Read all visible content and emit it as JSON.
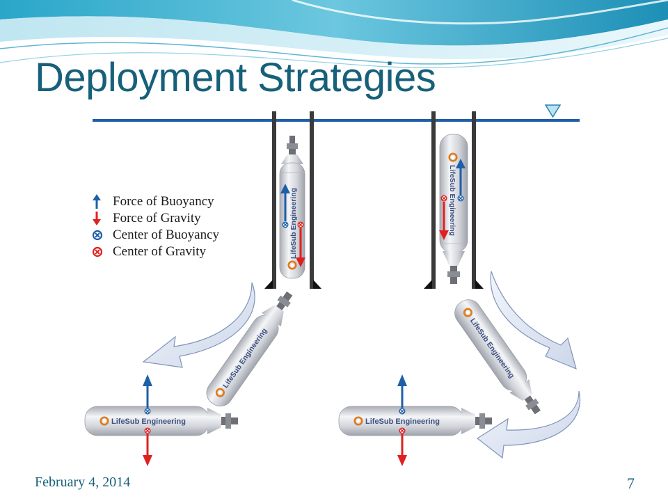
{
  "slide": {
    "title": "Deployment Strategies",
    "date": "February 4, 2014",
    "page_number": "7"
  },
  "legend": {
    "items": [
      {
        "label": "Force of Buoyancy",
        "symbol": "up-arrow",
        "color": "#1f5fa8"
      },
      {
        "label": "Force of Gravity",
        "symbol": "down-arrow",
        "color": "#e02020"
      },
      {
        "label": "Center of Buoyancy",
        "symbol": "circled-x",
        "color": "#1f5fa8"
      },
      {
        "label": "Center of Gravity",
        "symbol": "circled-x",
        "color": "#e02020"
      }
    ]
  },
  "capsule": {
    "brand_label": "LifeSub Engineering"
  },
  "colors": {
    "title": "#17607a",
    "waterline": "#1f5fa8",
    "buoyancy": "#1f5fa8",
    "gravity": "#e02020",
    "rail": "#3a3a3a",
    "capsule_body": "#d9dbe0",
    "curve_arrow": "#dfe6f2"
  }
}
